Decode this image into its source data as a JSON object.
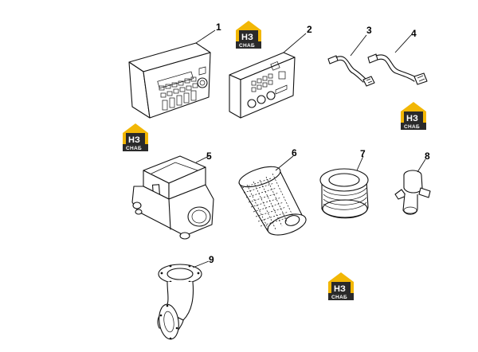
{
  "callouts": [
    "1",
    "2",
    "3",
    "4",
    "5",
    "6",
    "7",
    "8",
    "9"
  ],
  "watermark": {
    "main": "НЗ",
    "sub": "СНАБ"
  },
  "colors": {
    "logo_yellow": "#f2b705",
    "logo_dark": "#2a2a2a",
    "line": "#111111"
  }
}
